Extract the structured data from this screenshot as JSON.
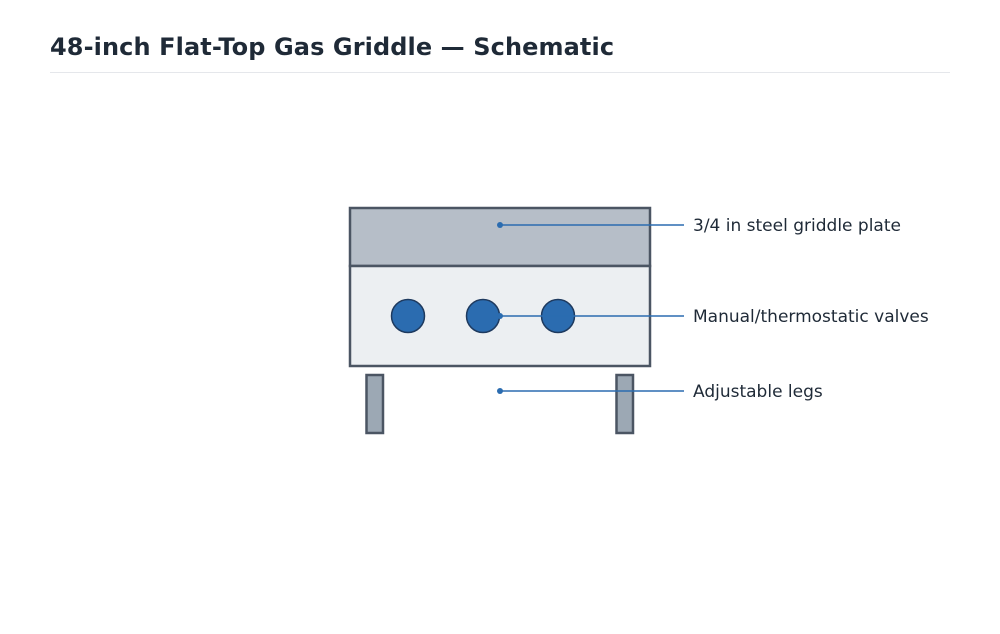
{
  "title": "48-inch Flat-Top Gas Griddle — Schematic",
  "diagram": {
    "callouts": {
      "plate": "3/4 in steel griddle plate",
      "valves": "Manual/thermostatic valves",
      "legs": "Adjustable legs"
    },
    "colors": {
      "plate_fill": "#b6bec8",
      "body_fill": "#eceff2",
      "outline": "#4b5563",
      "knob_fill": "#2b6cb0",
      "knob_stroke": "#1e3a5f",
      "leg_fill": "#9ca8b4",
      "leader": "#2b6cb0"
    }
  }
}
